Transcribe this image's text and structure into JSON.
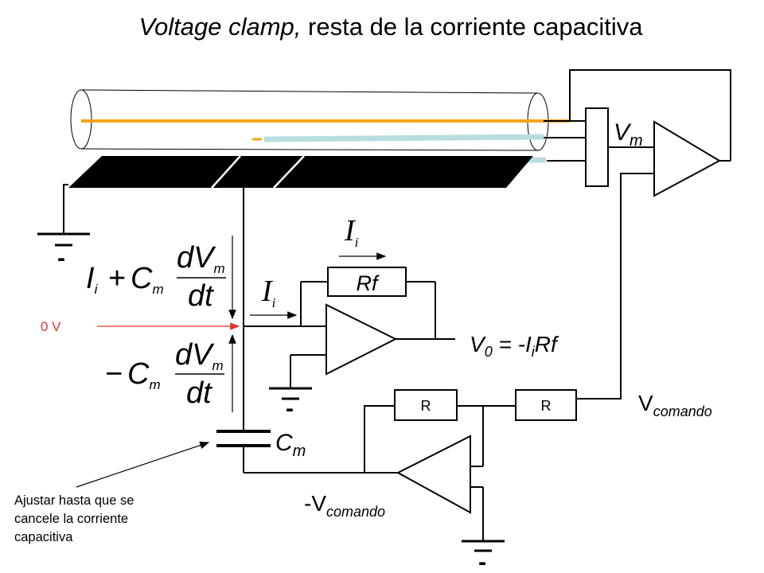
{
  "title": {
    "italic_part": "Voltage clamp,",
    "rest": " resta de la corriente capacitiva"
  },
  "labels": {
    "vm": {
      "base": "V",
      "sub": "m"
    },
    "cm": {
      "base": "C",
      "sub": "m"
    },
    "rf": "Rf",
    "ii_top": {
      "base": "I",
      "sub": "i"
    },
    "ii_mid": {
      "base": "I",
      "sub": "i"
    },
    "v0": {
      "part1": "V",
      "sub1": "0",
      "part2": " = -I",
      "sub2": "i",
      "part3": "Rf"
    },
    "vcomando": {
      "base": "V",
      "sub": "comando"
    },
    "neg_vcomando": {
      "base": "-V",
      "sub": "comando"
    },
    "r_left": "R",
    "r_right": "R",
    "zero_v": "0 V",
    "minus_sign": "-"
  },
  "formulas": {
    "upper": {
      "i": "I",
      "i_sub": "i",
      "plus": "+",
      "c": "C",
      "c_sub": "m",
      "num_d": "dV",
      "num_sub": "m",
      "den": "dt"
    },
    "lower": {
      "minus": "−",
      "c": "C",
      "c_sub": "m",
      "num_d": "dV",
      "num_sub": "m",
      "den": "dt"
    }
  },
  "note": {
    "lines": [
      "Ajustar hasta que se",
      "cancele la corriente",
      "capacitiva"
    ]
  },
  "colors": {
    "inner_electrode": "#f5a31a",
    "outer_electrodes": "#b8dde0",
    "zero_v_arrow": "#e0362b",
    "board": "#000000"
  }
}
